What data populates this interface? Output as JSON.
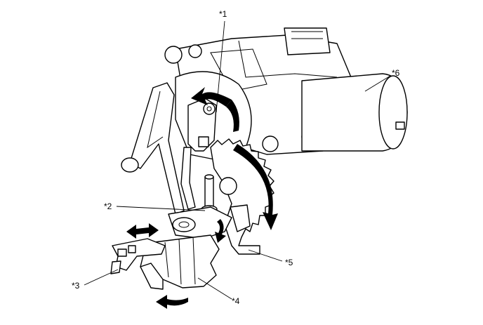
{
  "callouts": {
    "c1": "*1",
    "c2": "*2",
    "c3": "*3",
    "c4": "*4",
    "c5": "*5",
    "c6": "*6"
  }
}
